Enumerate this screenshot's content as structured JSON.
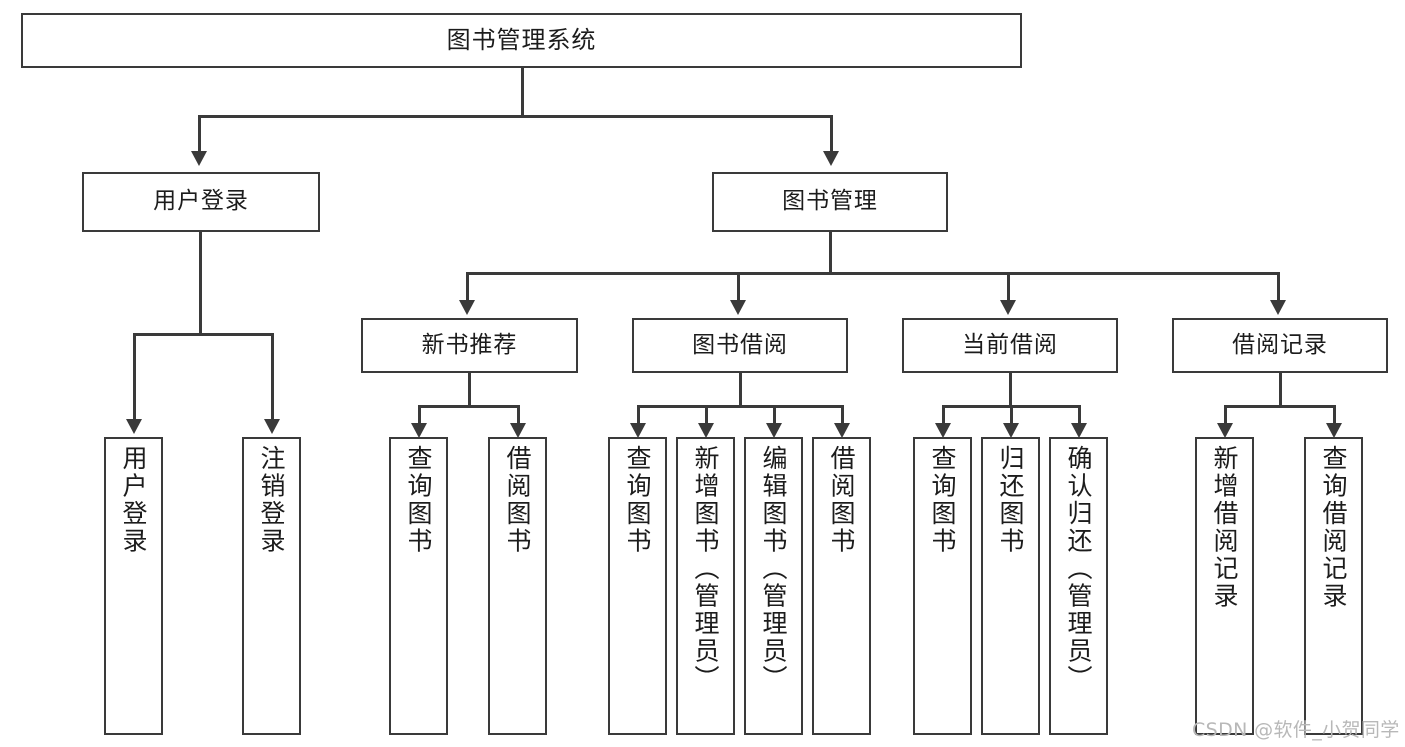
{
  "diagram": {
    "title": "图书管理系统",
    "type": "tree-hierarchy-chart",
    "root": {
      "label": "图书管理系统"
    },
    "level2": [
      {
        "label": "用户登录"
      },
      {
        "label": "图书管理"
      }
    ],
    "level3": [
      {
        "label": "新书推荐"
      },
      {
        "label": "图书借阅"
      },
      {
        "label": "当前借阅"
      },
      {
        "label": "借阅记录"
      }
    ],
    "leaves": {
      "user_login": [
        {
          "label": "用户登录"
        },
        {
          "label": "注销登录"
        }
      ],
      "new_book_recommend": [
        {
          "label": "查询图书"
        },
        {
          "label": "借阅图书"
        }
      ],
      "book_borrow": [
        {
          "label": "查询图书"
        },
        {
          "label": "新增图书（管理员）"
        },
        {
          "label": "编辑图书（管理员）"
        },
        {
          "label": "借阅图书"
        }
      ],
      "current_borrow": [
        {
          "label": "查询图书"
        },
        {
          "label": "归还图书"
        },
        {
          "label": "确认归还（管理员）"
        }
      ],
      "borrow_record": [
        {
          "label": "新增借阅记录"
        },
        {
          "label": "查询借阅记录"
        }
      ]
    }
  },
  "watermark": {
    "text": "CSDN @软件_小贺同学"
  },
  "colors": {
    "stroke": "#3a3a3a",
    "fill": "#ffffff",
    "text": "#1c1c1c",
    "watermark": "#b8b8b8"
  }
}
